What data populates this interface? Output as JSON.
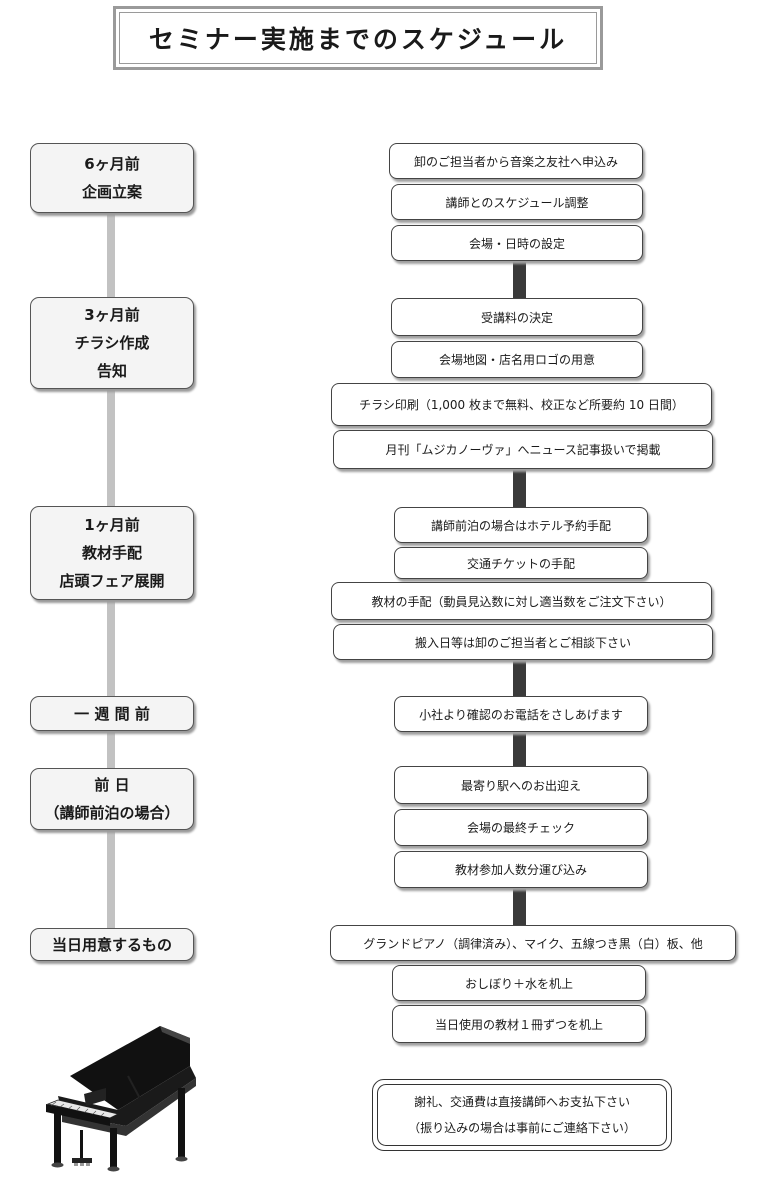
{
  "title": "セミナー実施までのスケジュール",
  "phases": [
    {
      "lines": [
        "6ヶ月前",
        "企画立案"
      ]
    },
    {
      "lines": [
        "3ヶ月前",
        "チラシ作成",
        "告知"
      ]
    },
    {
      "lines": [
        "1ヶ月前",
        "教材手配",
        "店頭フェア展開"
      ]
    },
    {
      "lines": [
        "一 週 間 前"
      ]
    },
    {
      "lines": [
        "前 日",
        "（講師前泊の場合）"
      ]
    },
    {
      "lines": [
        "当日用意するもの"
      ]
    }
  ],
  "steps": [
    "卸のご担当者から音楽之友社へ申込み",
    "講師とのスケジュール調整",
    "会場・日時の設定",
    "受講料の決定",
    "会場地図・店名用ロゴの用意",
    "チラシ印刷（1,000 枚まで無料、校正など所要約 10 日間）",
    "月刊「ムジカノーヴァ」へニュース記事扱いで掲載",
    "講師前泊の場合はホテル予約手配",
    "交通チケットの手配",
    "教材の手配（動員見込数に対し適当数をご注文下さい）",
    "搬入日等は卸のご担当者とご相談下さい",
    "小社より確認のお電話をさしあげます",
    "最寄り駅へのお出迎え",
    "会場の最終チェック",
    "教材参加人数分運び込み",
    "グランドピアノ（調律済み）、マイク、五線つき黒（白）板、他",
    "おしぼり＋水を机上",
    "当日使用の教材１冊ずつを机上"
  ],
  "note": {
    "line1": "謝礼、交通費は直接講師へお支払下さい",
    "line2": "（振り込みの場合は事前にご連絡下さい）"
  }
}
